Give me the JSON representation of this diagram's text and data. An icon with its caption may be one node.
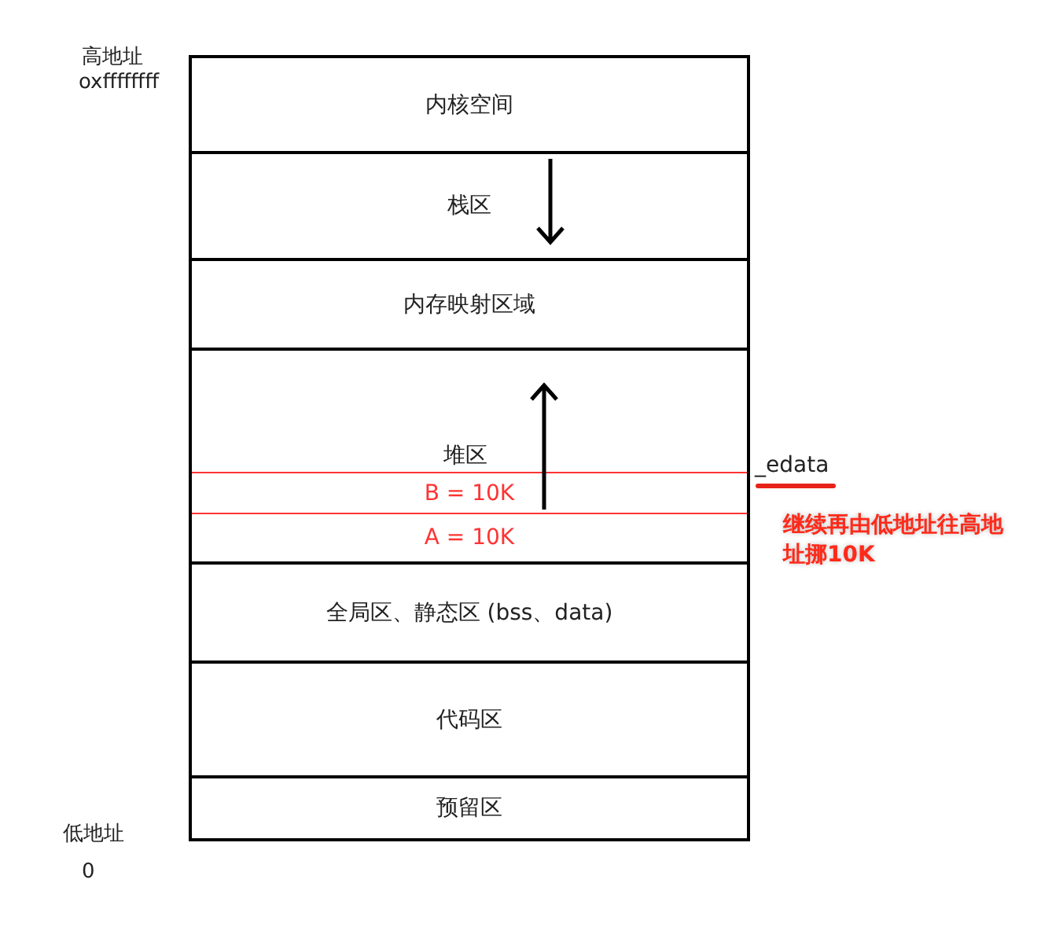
{
  "diagram": {
    "nodes": [
      {
        "text": [
          "内核空间"
        ]
      },
      {
        "text": [
          "栈区"
        ]
      },
      {
        "text": [
          "内存映射区域"
        ]
      },
      {
        "text": [
          "堆区"
        ]
      },
      {
        "text": [
          "B = 10K"
        ],
        "in": 3
      },
      {
        "text": [
          "A = 10K"
        ],
        "in": 3
      },
      {
        "text": [
          "全局区、静态区 (bss、data)"
        ]
      },
      {
        "text": [
          "代码区"
        ]
      },
      {
        "text": [
          "预留区"
        ]
      }
    ],
    "labels": [
      "高地址",
      "oxffffffff",
      "_edata",
      "继续再由低地址往高地址挪10K",
      "低地址",
      "0"
    ]
  }
}
